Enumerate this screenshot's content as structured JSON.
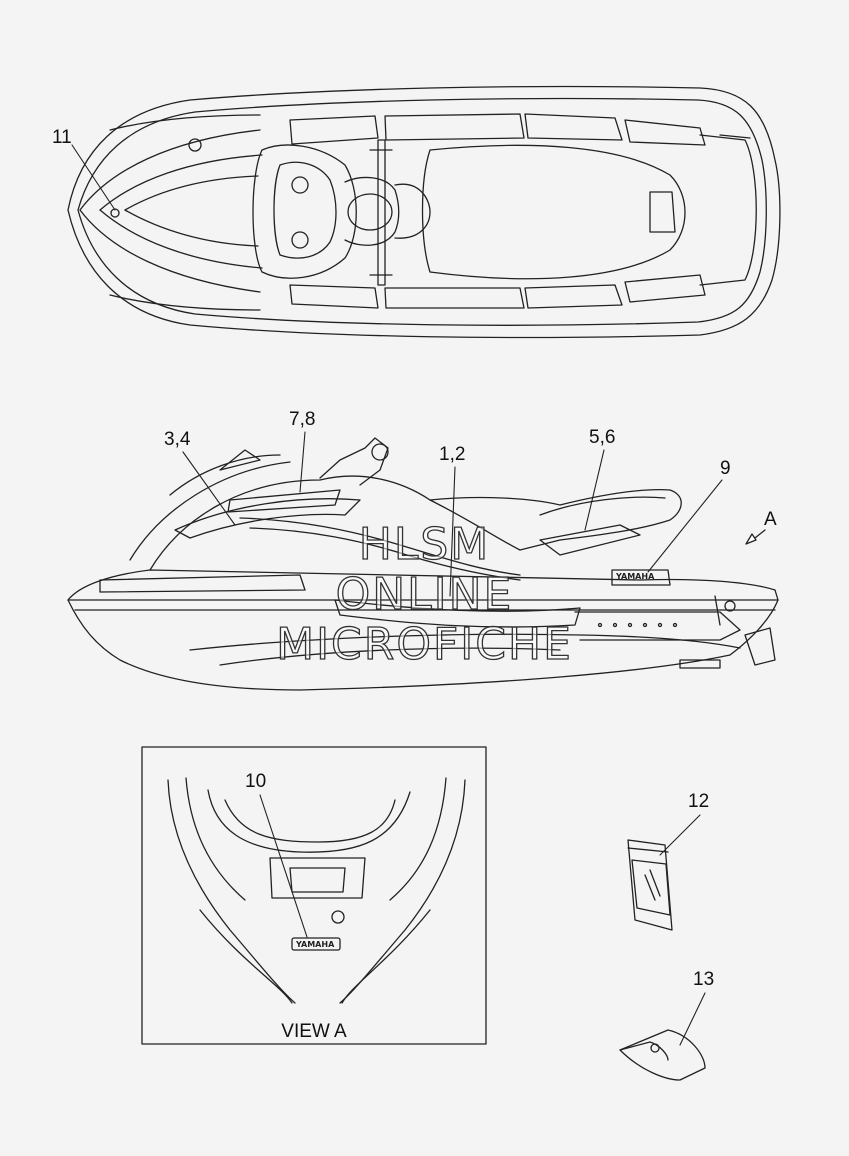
{
  "callouts": {
    "c1_2": "1,2",
    "c3_4": "3,4",
    "c5_6": "5,6",
    "c7_8": "7,8",
    "c9": "9",
    "c10": "10",
    "c11": "11",
    "c12": "12",
    "c13": "13"
  },
  "view_marker": "A",
  "view_title": "VIEW A",
  "watermark": {
    "line1": "HLSM",
    "line2": "ONLINE",
    "line3": "MICROFICHE"
  },
  "decal_text": {
    "brand": "YAMAHA"
  }
}
